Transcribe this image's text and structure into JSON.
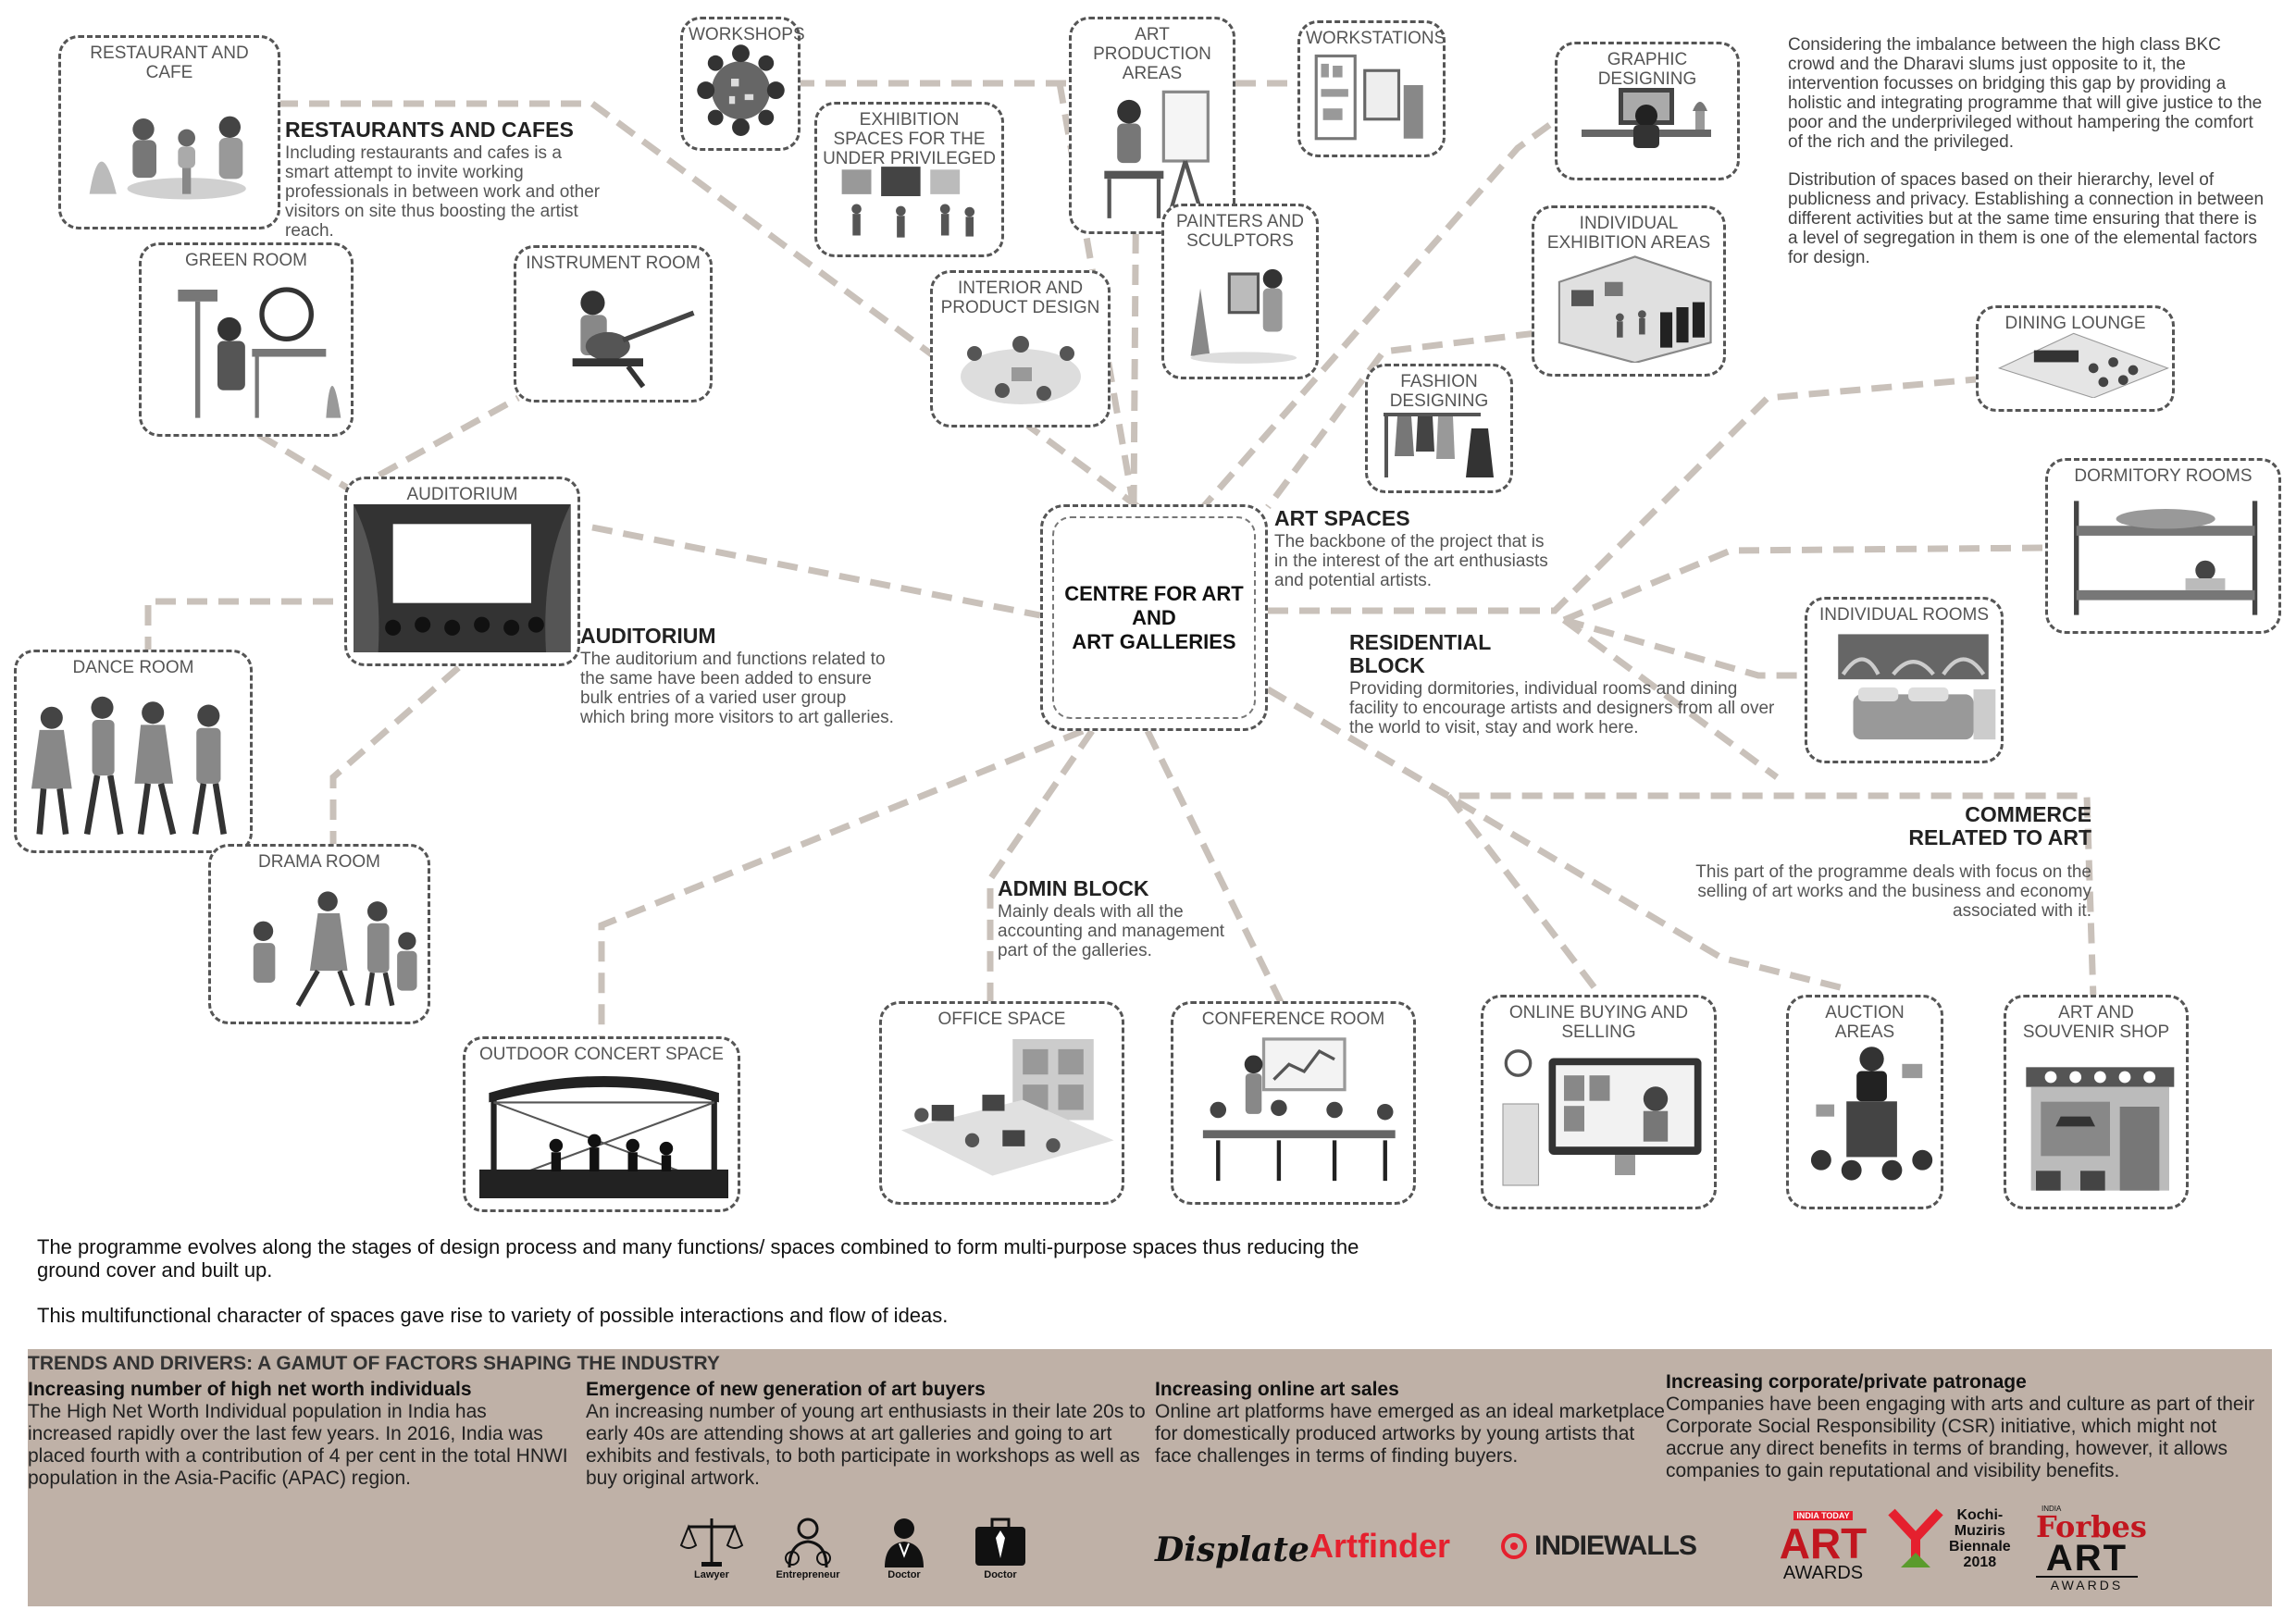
{
  "colors": {
    "ink": "#333333",
    "accent_red": "#e5202e",
    "panel": "#bfb1a7",
    "line": "#c9c1ba"
  },
  "center": {
    "title": "CENTRE FOR ART\nAND\nART GALLERIES"
  },
  "nodes": {
    "restaurant": "RESTAURANT AND CAFE",
    "workshops": "WORKSHOPS",
    "art_production": "ART PRODUCTION AREAS",
    "workstations": "WORKSTATIONS",
    "graphic": "GRAPHIC DESIGNING",
    "exhibition_underprivileged": "EXHIBITION SPACES FOR THE UNDER PRIVILEGED",
    "painters": "PAINTERS AND SCULPTORS",
    "individual_exhibition": "INDIVIDUAL EXHIBITION AREAS",
    "green_room": "GREEN ROOM",
    "instrument_room": "INSTRUMENT ROOM",
    "interior": "INTERIOR AND PRODUCT DESIGN",
    "fashion": "FASHION DESIGNING",
    "dining": "DINING LOUNGE",
    "auditorium": "AUDITORIUM",
    "dormitory": "DORMITORY ROOMS",
    "dance": "DANCE ROOM",
    "individual_rooms": "INDIVIDUAL ROOMS",
    "drama": "DRAMA ROOM",
    "outdoor": "OUTDOOR CONCERT SPACE",
    "office": "OFFICE SPACE",
    "conference": "CONFERENCE ROOM",
    "online": "ONLINE BUYING AND SELLING",
    "auction": "AUCTION AREAS",
    "souvenir": "ART AND SOUVENIR SHOP"
  },
  "descriptions": {
    "restaurants": {
      "title": "RESTAURANTS AND CAFES",
      "text": "Including restaurants and cafes is a smart attempt to invite working professionals in between work and other visitors on site thus boosting the artist reach."
    },
    "art_spaces": {
      "title": "ART SPACES",
      "text": "The backbone of the project that is in the interest of the art enthusiasts and potential artists."
    },
    "auditorium": {
      "title": "AUDITORIUM",
      "text": "The auditorium and functions related to the same have been added to ensure bulk entries of a varied user group which bring more visitors to art galleries."
    },
    "residential": {
      "title": "RESIDENTIAL BLOCK",
      "text": "Providing dormitories, individual rooms and dining facility to encourage artists and designers from all over the world to visit, stay and work here."
    },
    "commerce": {
      "title": "COMMERCE RELATED TO ART",
      "text": "This part of the programme deals with focus on the selling of art works and the business and economy associated with it."
    },
    "admin": {
      "title": "ADMIN BLOCK",
      "text": "Mainly deals with all the accounting and management part of the galleries."
    }
  },
  "intro": {
    "p1": "Considering the imbalance between the high class BKC crowd and the Dharavi slums just opposite to it, the intervention focusses on bridging this gap by providing a holistic and integrating programme that will give justice to the poor  and the underprivileged without hampering the comfort of the rich and the privileged.",
    "p2": "Distribution of spaces based on their hierarchy, level of publicness and privacy. Establishing a connection in between different activities but at the same time ensuring that there is a level of segregation in them is one of the elemental factors for design."
  },
  "summary": {
    "p1": "The programme evolves along the stages of design process and many functions/ spaces combined to form multi-purpose spaces thus reducing the ground cover and built up.",
    "p2": "This multifunctional character of spaces gave rise to variety of possible interactions and flow of ideas."
  },
  "trends": {
    "title": "TRENDS AND DRIVERS: A GAMUT OF FACTORS SHAPING THE INDUSTRY",
    "c1": {
      "heading": "Increasing number of high net worth individuals",
      "text": "The High Net Worth Individual population in India has increased rapidly over the last few years. In 2016, India was placed fourth with a contribution of 4 per cent in the total HNWI population in the Asia-Pacific (APAC) region."
    },
    "c2": {
      "heading": "Emergence of new generation of art buyers",
      "text": "An increasing number of young art enthusiasts in their late 20s to early 40s are attending shows at art galleries and going to art exhibits and festivals, to both participate in workshops as well as buy original artwork."
    },
    "c3": {
      "heading": "Increasing online art sales",
      "text": "Online art platforms have emerged as an ideal marketplace for domestically produced artworks by young artists that face challenges in terms of finding buyers."
    },
    "c4": {
      "heading": "Increasing corporate/private patronage",
      "text": "Companies have been engaging with arts and culture as part of their Corporate Social Responsibility (CSR) initiative, which might not accrue any direct benefits in terms of branding, however, it allows companies to gain reputational and visibility benefits."
    },
    "professions": [
      "Lawyer",
      "Entrepreneur",
      "Doctor",
      "Doctor"
    ],
    "logos": {
      "displate": "Displate",
      "artfinder": "Artfinder",
      "indiewalls": "INDIEWALLS",
      "india_today": "INDIA TODAY",
      "art_awards_1": "ART",
      "art_awards_1_sub": "AWARDS",
      "kochi": "Kochi-\nMuziris\nBiennale\n2018",
      "forbes": "Forbes",
      "forbes_sub_india": "INDIA",
      "forbes_art": "ART",
      "forbes_awards": "AWARDS"
    }
  }
}
